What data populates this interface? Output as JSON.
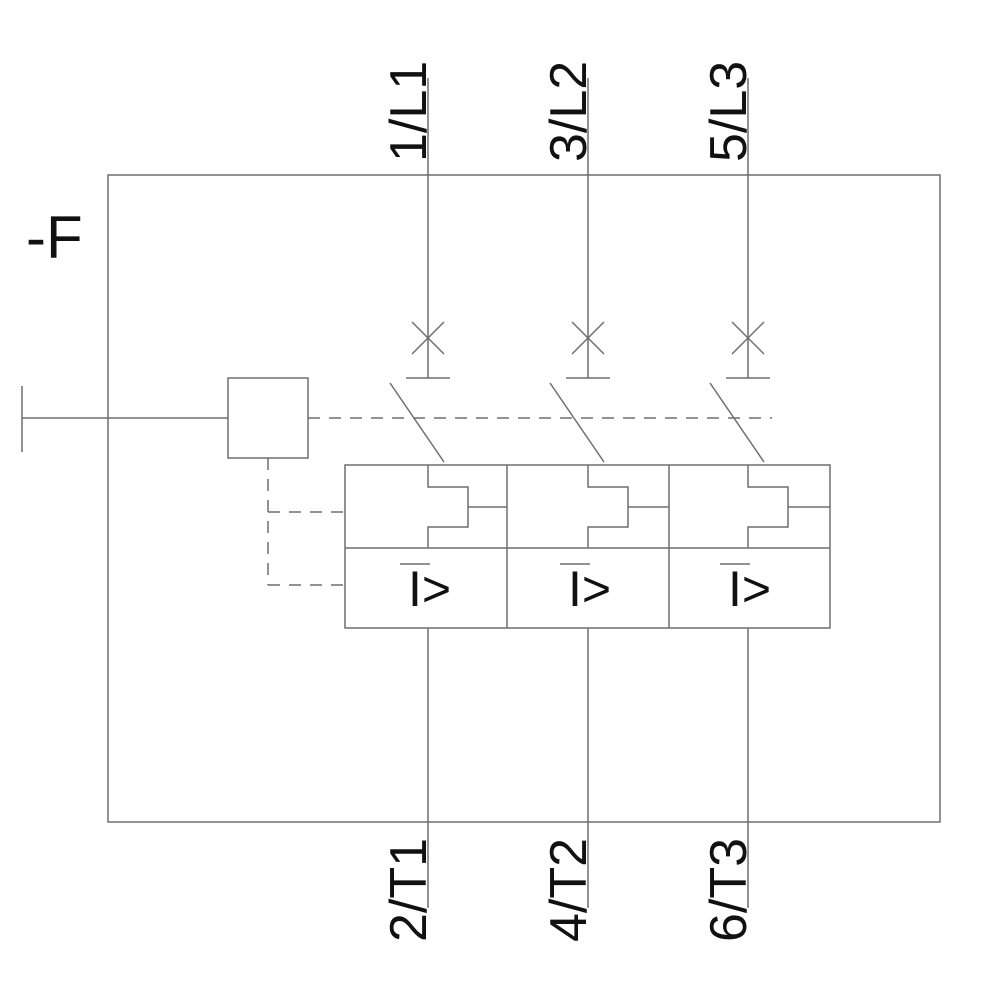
{
  "diagram": {
    "device_label": "-F",
    "poles": [
      {
        "top_terminal": "1/L1",
        "bottom_terminal": "2/T1",
        "trip_label": "I>"
      },
      {
        "top_terminal": "3/L2",
        "bottom_terminal": "4/T2",
        "trip_label": "I>"
      },
      {
        "top_terminal": "5/L3",
        "bottom_terminal": "6/T3",
        "trip_label": "I>"
      }
    ],
    "colors": {
      "background": "#ffffff",
      "line": "#6e6e6e",
      "text": "#111111"
    }
  }
}
